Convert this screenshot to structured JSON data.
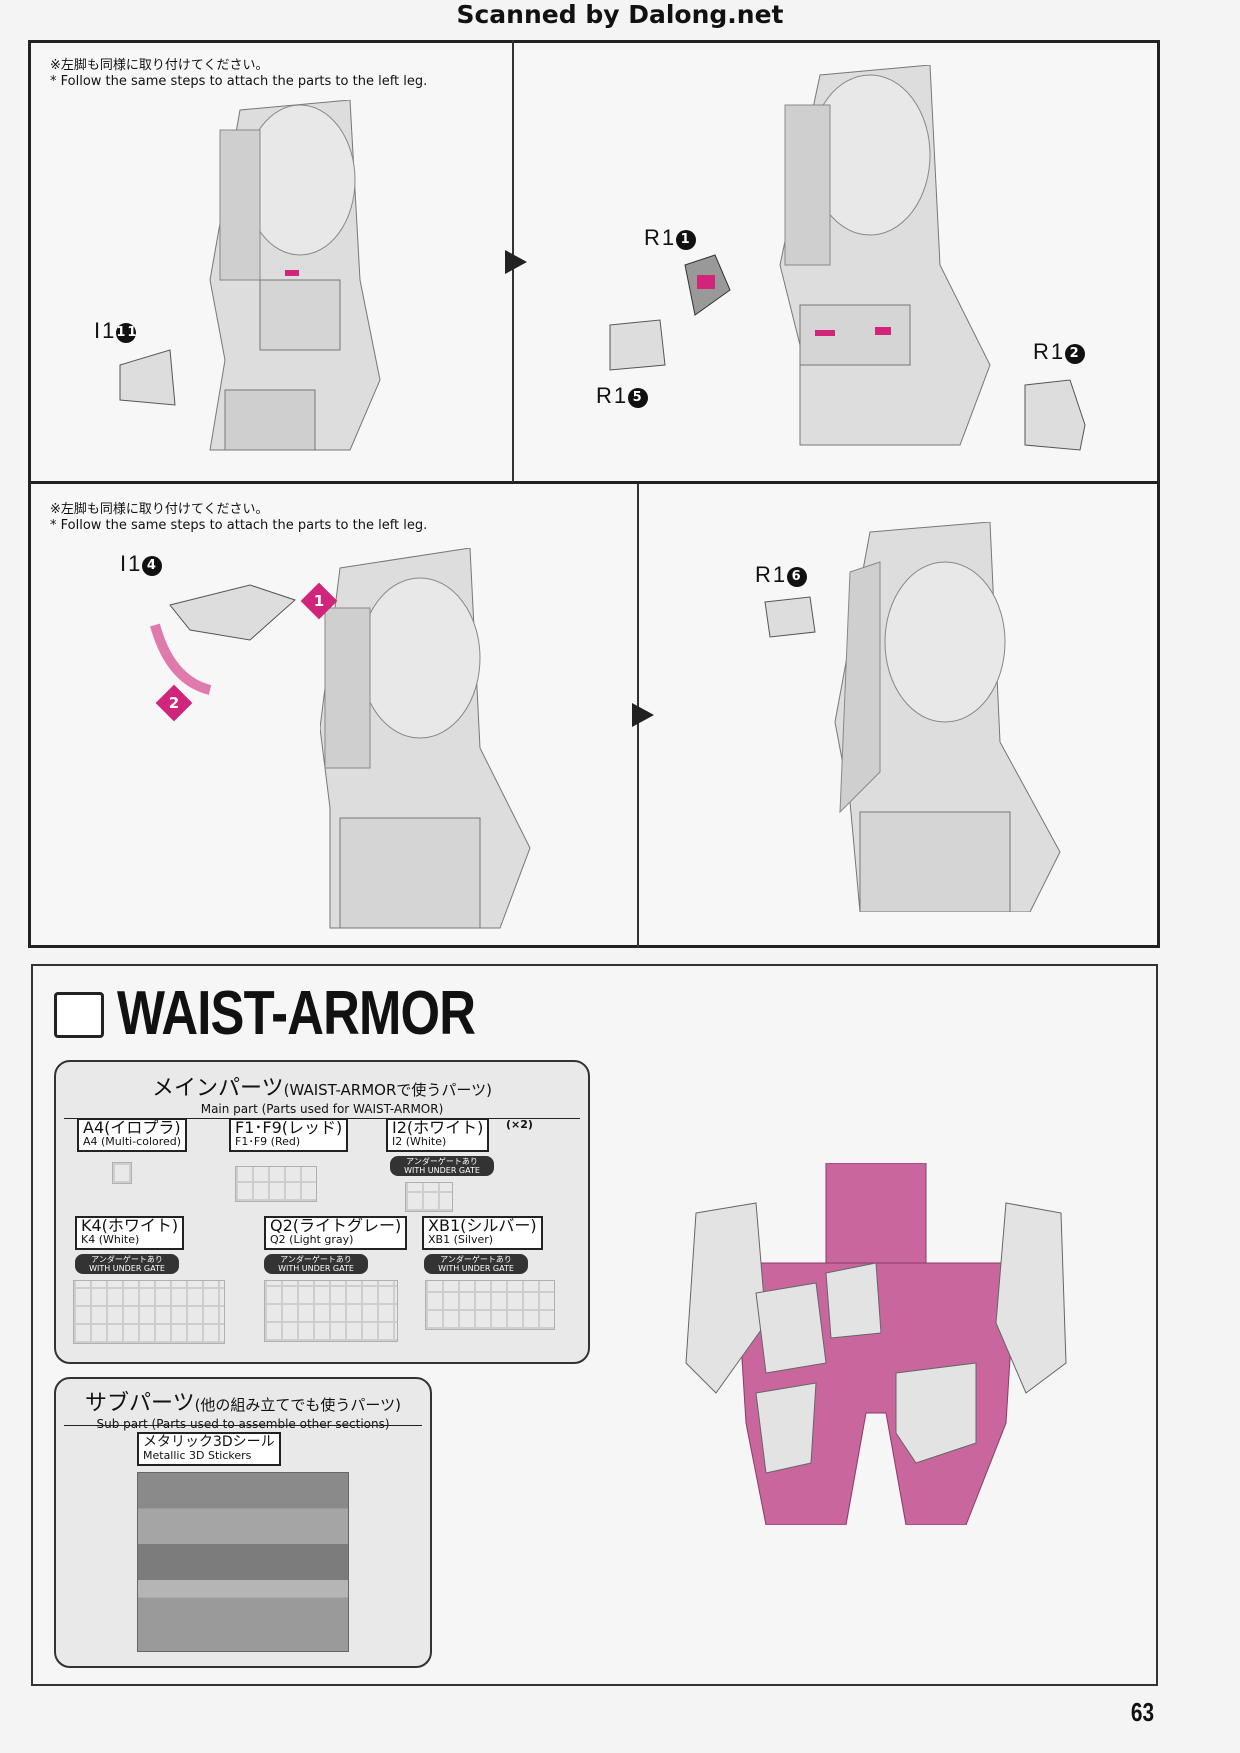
{
  "header": {
    "scan_credit": "Scanned by Dalong.net"
  },
  "steps": {
    "note_jp": "※左脚も同様に取り付けてください。",
    "note_en": "* Follow the same steps to attach the parts to the left leg.",
    "step1": {
      "part": "I1",
      "num": "11"
    },
    "step2": {
      "parts": [
        {
          "part": "R1",
          "num": "1"
        },
        {
          "part": "R1",
          "num": "5"
        },
        {
          "part": "R1",
          "num": "2"
        }
      ]
    },
    "step3": {
      "part": "I1",
      "num": "4",
      "order": [
        "1",
        "2"
      ]
    },
    "step4": {
      "part": "R1",
      "num": "6"
    }
  },
  "section": {
    "title": "WAIST-ARMOR",
    "main": {
      "jp": "メインパーツ",
      "jp_sub": "(WAIST-ARMORで使うパーツ)",
      "en": "Main part (Parts used for WAIST-ARMOR)",
      "runners": [
        {
          "jp": "A4(イロプラ)",
          "en": "A4 (Multi-colored)",
          "gate": "",
          "qty": ""
        },
        {
          "jp": "F1･F9(レッド)",
          "en": "F1･F9 (Red)",
          "gate": "",
          "qty": ""
        },
        {
          "jp": "I2(ホワイト)",
          "en": "I2 (White)",
          "gate": "アンダーゲートあり WITH UNDER GATE",
          "qty": "(×2)"
        },
        {
          "jp": "K4(ホワイト)",
          "en": "K4 (White)",
          "gate": "アンダーゲートあり WITH UNDER GATE",
          "qty": ""
        },
        {
          "jp": "Q2(ライトグレー)",
          "en": "Q2 (Light gray)",
          "gate": "アンダーゲートあり WITH UNDER GATE",
          "qty": ""
        },
        {
          "jp": "XB1(シルバー)",
          "en": "XB1 (Silver)",
          "gate": "アンダーゲートあり WITH UNDER GATE",
          "qty": ""
        }
      ]
    },
    "sub": {
      "jp": "サブパーツ",
      "jp_sub": "(他の組み立てでも使うパーツ)",
      "en": "Sub part (Parts used to assemble other sections)",
      "item": {
        "jp": "メタリック3Dシール",
        "en": "Metallic 3D Stickers"
      }
    }
  },
  "footer": {
    "page_number": "63"
  },
  "colors": {
    "accent": "#d0257a",
    "model_pink": "#c9669d"
  }
}
